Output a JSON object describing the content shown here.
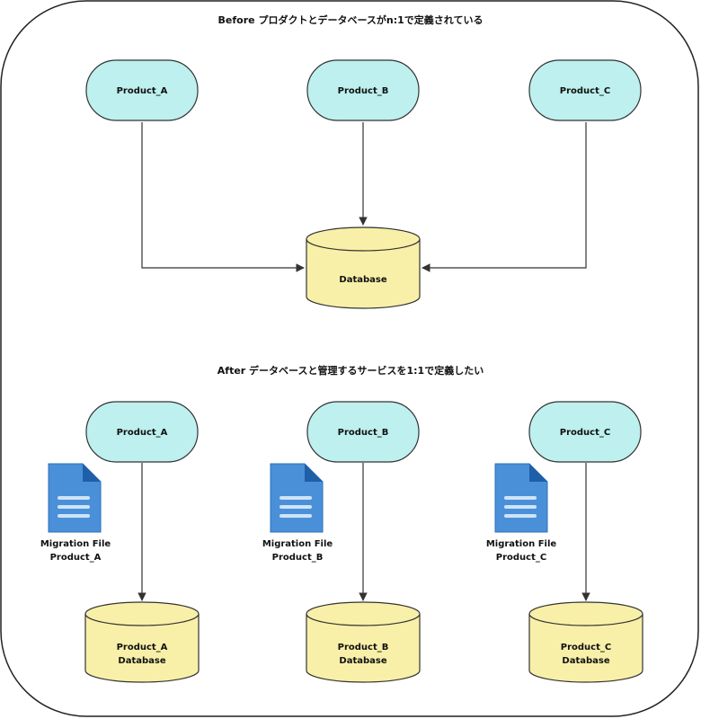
{
  "before": {
    "title": "Before プロダクトとデータベースがn:1で定義されている",
    "products": [
      "Product_A",
      "Product_B",
      "Product_C"
    ],
    "database": "Database"
  },
  "after": {
    "title": "After データベースと管理するサービスを1:1で定義したい",
    "products": [
      "Product_A",
      "Product_B",
      "Product_C"
    ],
    "migration_files": [
      {
        "line1": "Migration File",
        "line2": "Product_A"
      },
      {
        "line1": "Migration File",
        "line2": "Product_B"
      },
      {
        "line1": "Migration File",
        "line2": "Product_C"
      }
    ],
    "databases": [
      {
        "line1": "Product_A",
        "line2": "Database"
      },
      {
        "line1": "Product_B",
        "line2": "Database"
      },
      {
        "line1": "Product_C",
        "line2": "Database"
      }
    ]
  },
  "colors": {
    "product_fill": "#bdf0ee",
    "database_fill": "#f8f0a8",
    "stroke": "#333333",
    "file_icon": "#4a90d9"
  }
}
